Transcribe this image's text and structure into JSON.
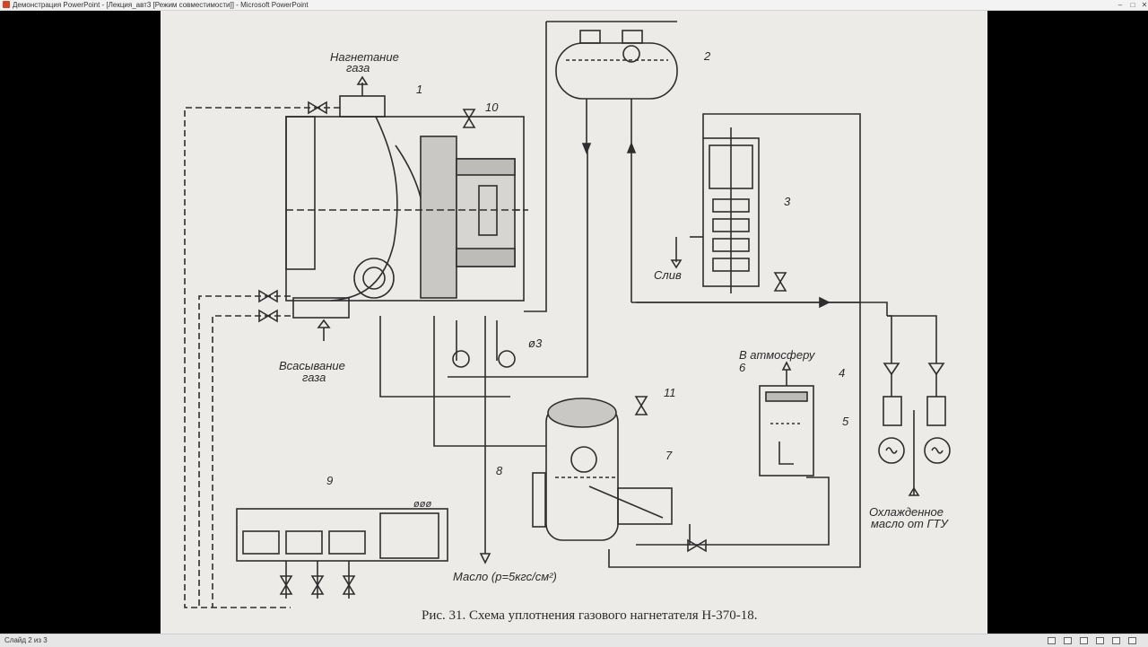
{
  "window": {
    "title": "Демонстрация PowerPoint - [Лекция_авт3 [Режим совместимости]] - Microsoft PowerPoint",
    "minimize_glyph": "–",
    "maximize_glyph": "□",
    "close_glyph": "✕"
  },
  "slide": {
    "caption": "Рис. 31. Схема уплотнения газового нагнетателя Н-370-18.",
    "labels": {
      "gas_discharge_1": "Нагнетание",
      "gas_discharge_2": "газа",
      "gas_suction_1": "Всасывание",
      "gas_suction_2": "газа",
      "drain": "Слив",
      "to_atmosphere": "В атмосферу",
      "oil_supply": "Масло (р=5кгс/см²)",
      "cooled_oil_1": "Охлажденное",
      "cooled_oil_2": "масло от ГТУ",
      "diameter": "ø3",
      "orifices": "øøø"
    },
    "numbers": [
      "1",
      "2",
      "3",
      "4",
      "5",
      "6",
      "7",
      "8",
      "9",
      "10",
      "11"
    ]
  },
  "statusbar": {
    "slide_counter": "Слайд 2 из 3"
  }
}
